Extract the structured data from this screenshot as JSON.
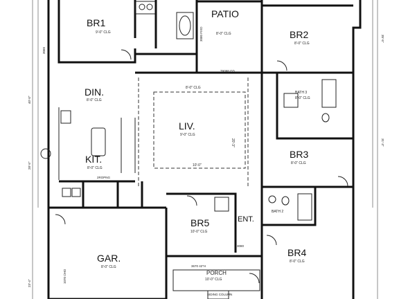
{
  "rooms": {
    "br1": {
      "name": "BR1",
      "ceiling": "9'-0\" CLG"
    },
    "patio": {
      "name": "PATIO"
    },
    "br2": {
      "name": "BR2",
      "ceiling": "8'-0\" CLG"
    },
    "din": {
      "name": "DIN.",
      "ceiling": "8'-0\" CLG"
    },
    "liv": {
      "name": "LIV.",
      "ceiling": "9'-0\" CLG"
    },
    "bath3": {
      "name": "BATH 3",
      "ceiling": "8'-0\" CLG"
    },
    "br3": {
      "name": "BR3",
      "ceiling": "8'-0\" CLG"
    },
    "kit": {
      "name": "KIT.",
      "ceiling": "8'-0\" CLG"
    },
    "bath2": {
      "name": "BATH 2"
    },
    "br5": {
      "name": "BR5",
      "ceiling": "10'-0\" CLG"
    },
    "ent": {
      "name": "ENT."
    },
    "br4": {
      "name": "BR4",
      "ceiling": "8'-0\" CLG"
    },
    "gar": {
      "name": "GAR.",
      "ceiling": "8'-0\" CLG"
    },
    "porch": {
      "name": "PORCH",
      "ceiling": "10'-0\" CLG"
    }
  },
  "notes": {
    "liv_clg_top": "8'-0\" CLG",
    "liv_width": "10'-0\"",
    "liv_height": "20'-3\"",
    "patio_door": "3080 FIXD",
    "patio_clg": "8'-0\" CLG",
    "hall_door": "T6068 GD",
    "window_3060": "3060",
    "window_3080": "3080",
    "porch_door": "3670 42\"H",
    "siding": "SIDING COLUMN",
    "garage_door": "1070 OHD",
    "pantry": "2ROPNG",
    "dim_left": "40'-0\"",
    "dim_left2": "28'-5\"",
    "dim_left3": "23'-4\"",
    "dim_right": "35'-5\"",
    "dim_right2": "31'-3\""
  }
}
